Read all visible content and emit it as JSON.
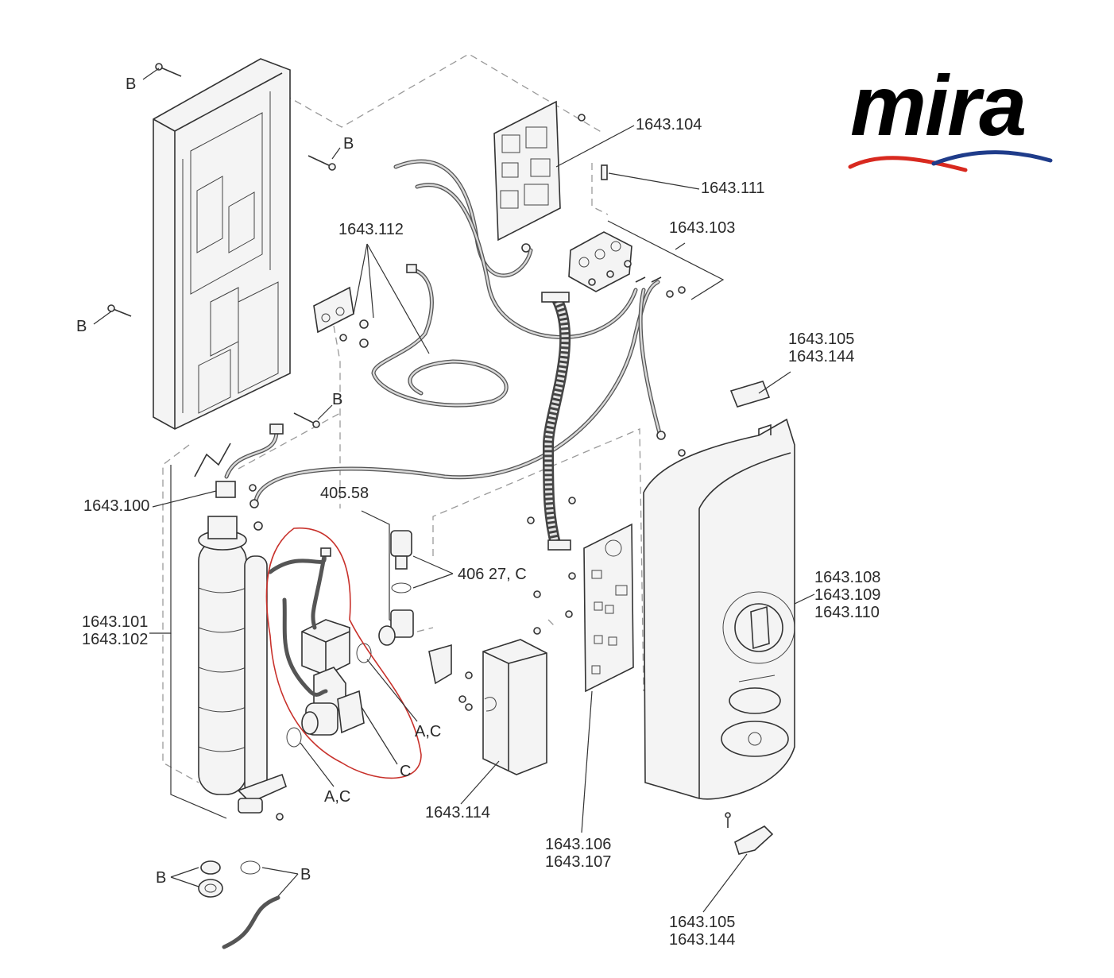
{
  "brand": {
    "logo_text": "mira",
    "colors": {
      "wave_red": "#d8291f",
      "wave_blue": "#1f3c8a"
    }
  },
  "labels": {
    "b_top": "B",
    "b_upper": "B",
    "b_left": "B",
    "b_mid": "B",
    "b_bottom_left": "B",
    "b_bottom_right": "B",
    "p1643_104": "1643.104",
    "p1643_111": "1643.111",
    "p1643_112": "1643.112",
    "p1643_103": "1643.103",
    "p1643_105_top": [
      "1643.105",
      "1643.144"
    ],
    "p1643_100": "1643.100",
    "p405_58": "405.58",
    "p406_27": "406 27, C",
    "p1643_101": [
      "1643.101",
      "1643.102"
    ],
    "p1643_108": [
      "1643.108",
      "1643.109",
      "1643.110"
    ],
    "ac_right": "A,C",
    "c_valve": "C",
    "ac_left": "A,C",
    "p1643_114": "1643.114",
    "p1643_106": [
      "1643.106",
      "1643.107"
    ],
    "p1643_105_bottom": [
      "1643.105",
      "1643.144"
    ]
  },
  "colors": {
    "line": "#333333",
    "guide": "#9a9a9a",
    "highlight": "#c8312b",
    "fill": "#f4f4f4"
  }
}
